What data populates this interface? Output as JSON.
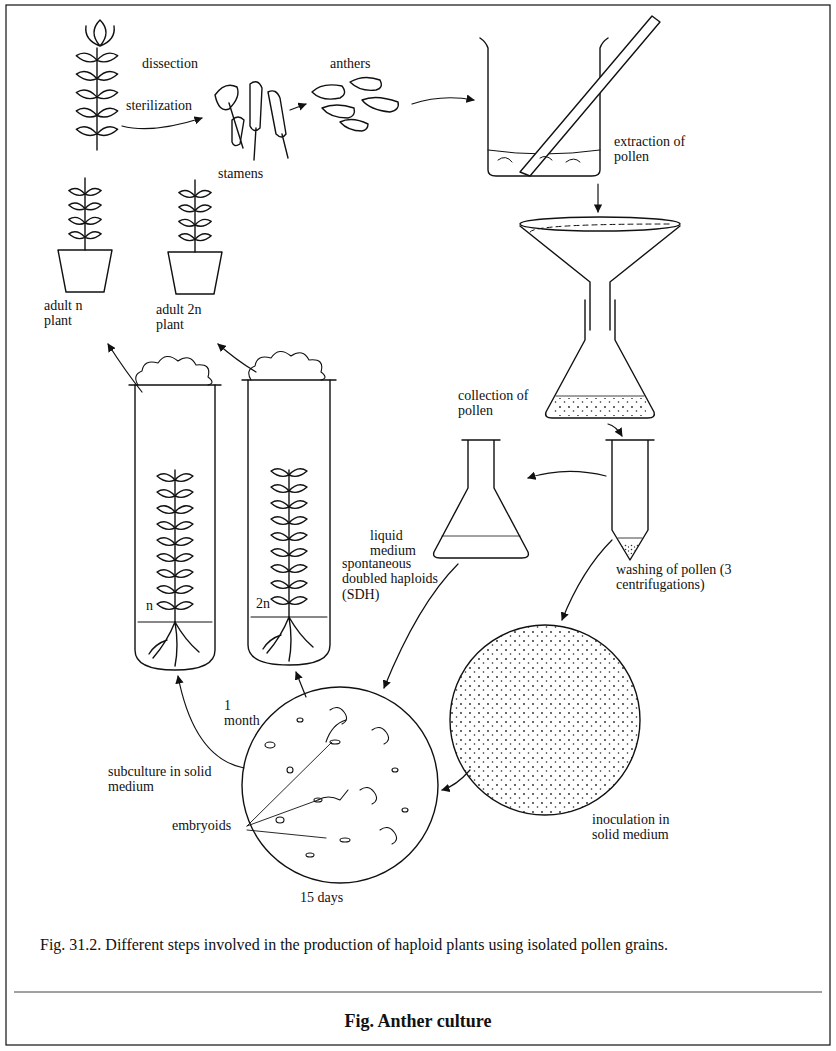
{
  "diagram": {
    "caption": "Fig. 31.2. Different steps involved in the production of haploid plants using isolated pollen grains.",
    "labels": [
      "dissection",
      "sterilization",
      "stamens",
      "anthers",
      "extraction of pollen",
      "collection of pollen",
      "washing of pollen (3 centrifugations)",
      "liquid medium",
      "inoculation in solid medium",
      "embryoids",
      "15 days",
      "subculture in solid medium",
      "1 month",
      "n",
      "2n",
      "spontaneous doubled haploids (SDH)",
      "adult n plant",
      "adult 2n plant",
      "Fig. Anther culture"
    ]
  }
}
